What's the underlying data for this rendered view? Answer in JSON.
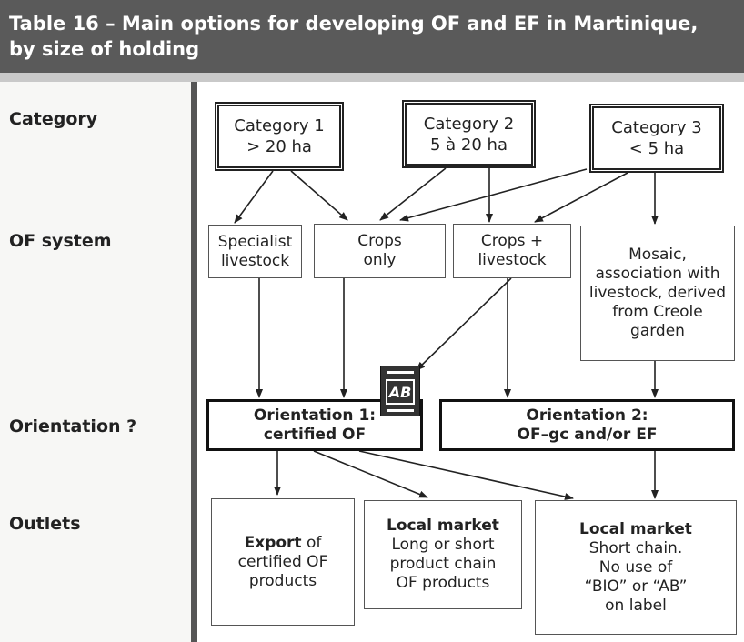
{
  "title": {
    "line1": "Table 16 – Main options for developing OF and EF in Martinique,",
    "line2": "by size of holding"
  },
  "rows": {
    "category": "Category",
    "of_system": "OF system",
    "orientation": "Orientation ?",
    "outlets": "Outlets"
  },
  "categories": [
    {
      "line1": "Category 1",
      "line2": "> 20 ha"
    },
    {
      "line1": "Category 2",
      "line2": "5 à 20 ha"
    },
    {
      "line1": "Category 3",
      "line2": "< 5 ha"
    }
  ],
  "systems": {
    "specialist": {
      "line1": "Specialist",
      "line2": "livestock"
    },
    "crops": {
      "line1": "Crops",
      "line2": "only"
    },
    "crops_livestock": {
      "line1": "Crops +",
      "line2": "livestock"
    },
    "mosaic": {
      "line1": "Mosaic,",
      "line2": "association with",
      "line3": "livestock, derived",
      "line4": "from Creole",
      "line5": "garden"
    }
  },
  "orientations": {
    "o1": {
      "line1": "Orientation 1:",
      "line2": "certified OF"
    },
    "o2": {
      "line1": "Orientation 2:",
      "line2": "OF–gc and/or EF"
    }
  },
  "logo_text": "AB",
  "outlets": {
    "export": {
      "bold": "Export",
      "rest": "of",
      "line2": "certified OF",
      "line3": "products"
    },
    "local1": {
      "bold": "Local market",
      "line2": "Long or short",
      "line3": "product chain",
      "line4": "OF products"
    },
    "local2": {
      "bold": "Local market",
      "line2": "Short chain.",
      "line3": "No use of",
      "line4": "“BIO” or “AB”",
      "line5": "on label"
    }
  },
  "colors": {
    "header_bg": "#5a5a5a",
    "left_column_bg": "#f7f7f5"
  },
  "icons": [
    "ab-organic-logo-icon"
  ]
}
